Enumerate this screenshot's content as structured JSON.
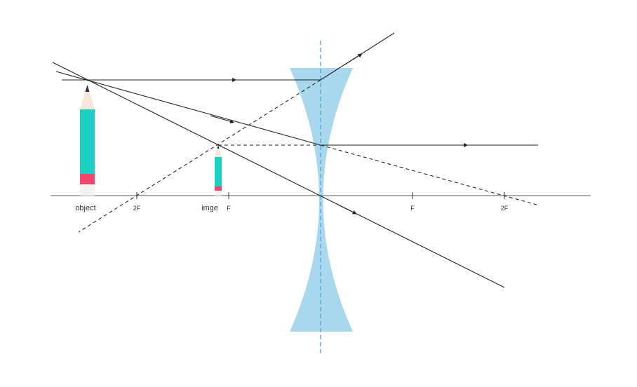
{
  "labels": {
    "object": "object",
    "image": "imge",
    "left_2f": "2F",
    "left_f": "F",
    "right_f": "F",
    "right_2f": "2F"
  },
  "colors": {
    "lens_fill": "#a8d7ee",
    "optical_axis": "#57b0e0",
    "ray": "#222222",
    "principal_axis": "#777777",
    "pencil_body": "#1ccfc0",
    "pencil_eraser": "#f2476d",
    "pencil_wood": "#f8e6da",
    "pencil_lead": "#333333",
    "pencil_base": "#f3f3f3"
  }
}
